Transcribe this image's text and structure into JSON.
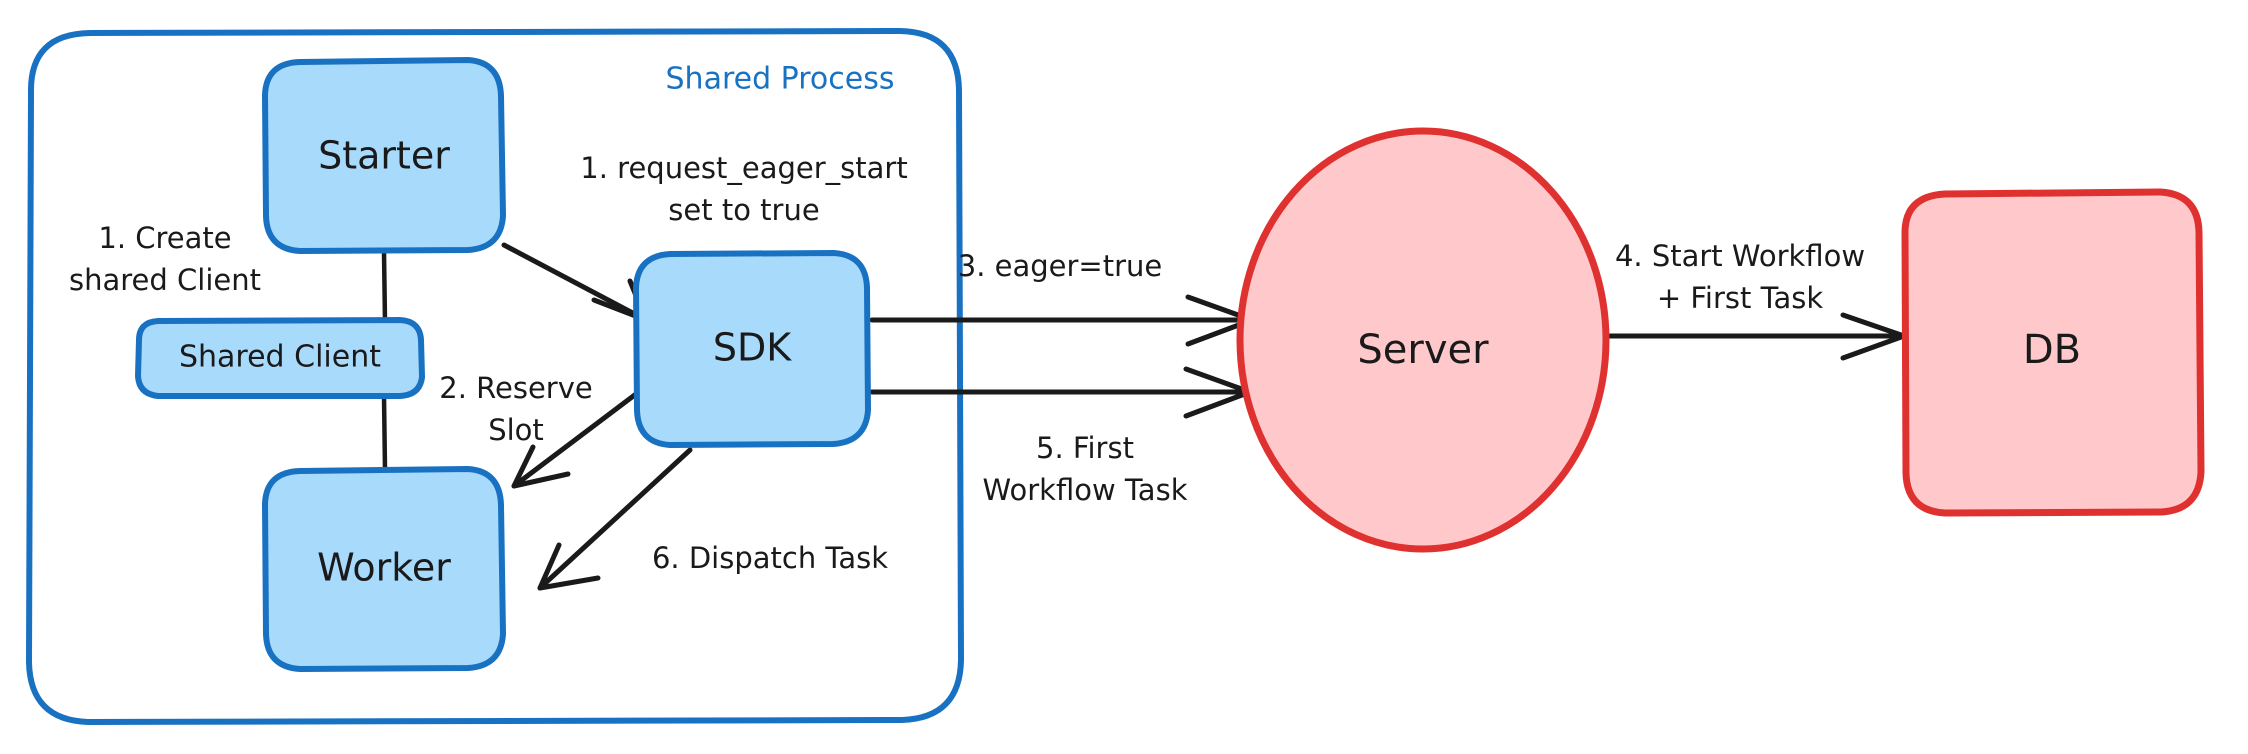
{
  "diagram": {
    "title_text": "Shared Process",
    "colors": {
      "blue_fill": "#a8dafc",
      "blue_stroke": "#1971c2",
      "red_fill": "#ffc9cc",
      "red_stroke": "#e03131",
      "ink": "#1a1a1a",
      "background": "#ffffff"
    },
    "container": {
      "label": "Shared Process"
    },
    "nodes": [
      {
        "id": "starter",
        "label": "Starter",
        "shape": "rounded-rect",
        "color": "blue"
      },
      {
        "id": "shared-client",
        "label": "Shared Client",
        "shape": "rounded-rect",
        "color": "blue"
      },
      {
        "id": "sdk",
        "label": "SDK",
        "shape": "rounded-rect",
        "color": "blue"
      },
      {
        "id": "worker",
        "label": "Worker",
        "shape": "rounded-rect",
        "color": "blue"
      },
      {
        "id": "server",
        "label": "Server",
        "shape": "ellipse",
        "color": "red"
      },
      {
        "id": "db",
        "label": "DB",
        "shape": "rounded-rect",
        "color": "red"
      }
    ],
    "edges": [
      {
        "id": "create-shared-client",
        "label_line1": "1. Create",
        "label_line2": "shared Client",
        "from": "starter",
        "to": "shared-client",
        "arrow": false
      },
      {
        "id": "request-eager-start",
        "label_line1": "1. request_eager_start",
        "label_line2": "set to true",
        "from": "starter",
        "to": "sdk",
        "arrow": true
      },
      {
        "id": "reserve-slot",
        "label_line1": "2. Reserve",
        "label_line2": "Slot",
        "from": "sdk",
        "to": "worker",
        "arrow": true
      },
      {
        "id": "eager-true",
        "label_line1": "3. eager=true",
        "label_line2": "",
        "from": "sdk",
        "to": "server",
        "arrow": true
      },
      {
        "id": "start-workflow",
        "label_line1": "4. Start Workflow",
        "label_line2": "+ First Task",
        "from": "server",
        "to": "db",
        "arrow": true
      },
      {
        "id": "first-workflow-task",
        "label_line1": "5. First",
        "label_line2": "Workflow Task",
        "from": "server",
        "to": "sdk",
        "arrow": true
      },
      {
        "id": "dispatch-task",
        "label_line1": "6. Dispatch Task",
        "label_line2": "",
        "from": "sdk",
        "to": "worker",
        "arrow": true
      }
    ]
  }
}
